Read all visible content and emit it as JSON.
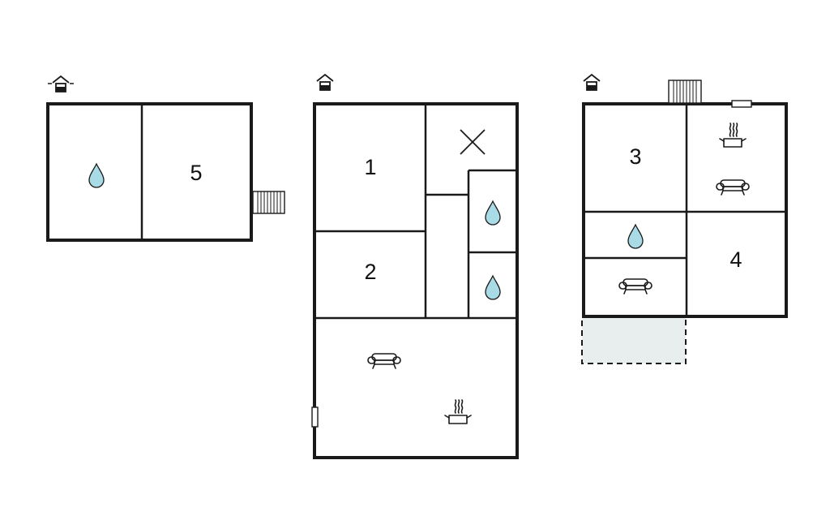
{
  "floorplan": {
    "colors": {
      "wall": "#1a1a1a",
      "water": "#a8dbe6",
      "terrace": "#e8eded",
      "background": "#ffffff"
    },
    "buildings": [
      {
        "id": "left",
        "level_icon": "basement-level-icon",
        "rooms": [
          {
            "number": "5"
          }
        ]
      },
      {
        "id": "middle",
        "level_icon": "ground-level-icon",
        "rooms": [
          {
            "number": "1"
          },
          {
            "number": "2"
          }
        ]
      },
      {
        "id": "right",
        "level_icon": "ground-level-icon",
        "rooms": [
          {
            "number": "3"
          },
          {
            "number": "4"
          }
        ]
      }
    ],
    "icons": [
      "water-drop-icon",
      "sofa-icon",
      "cooking-pot-icon",
      "storage-x-icon",
      "stairs-icon",
      "door-icon"
    ]
  }
}
